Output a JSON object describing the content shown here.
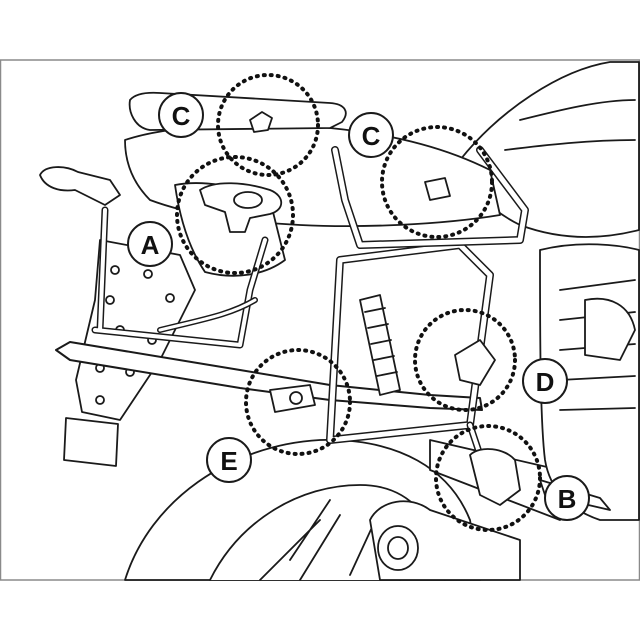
{
  "labels": {
    "A": "A",
    "B": "B",
    "C": "C",
    "D": "D",
    "E": "E"
  },
  "colors": {
    "line": "#1a1a1a",
    "frame": "#9a9a9a",
    "background": "#ffffff"
  }
}
